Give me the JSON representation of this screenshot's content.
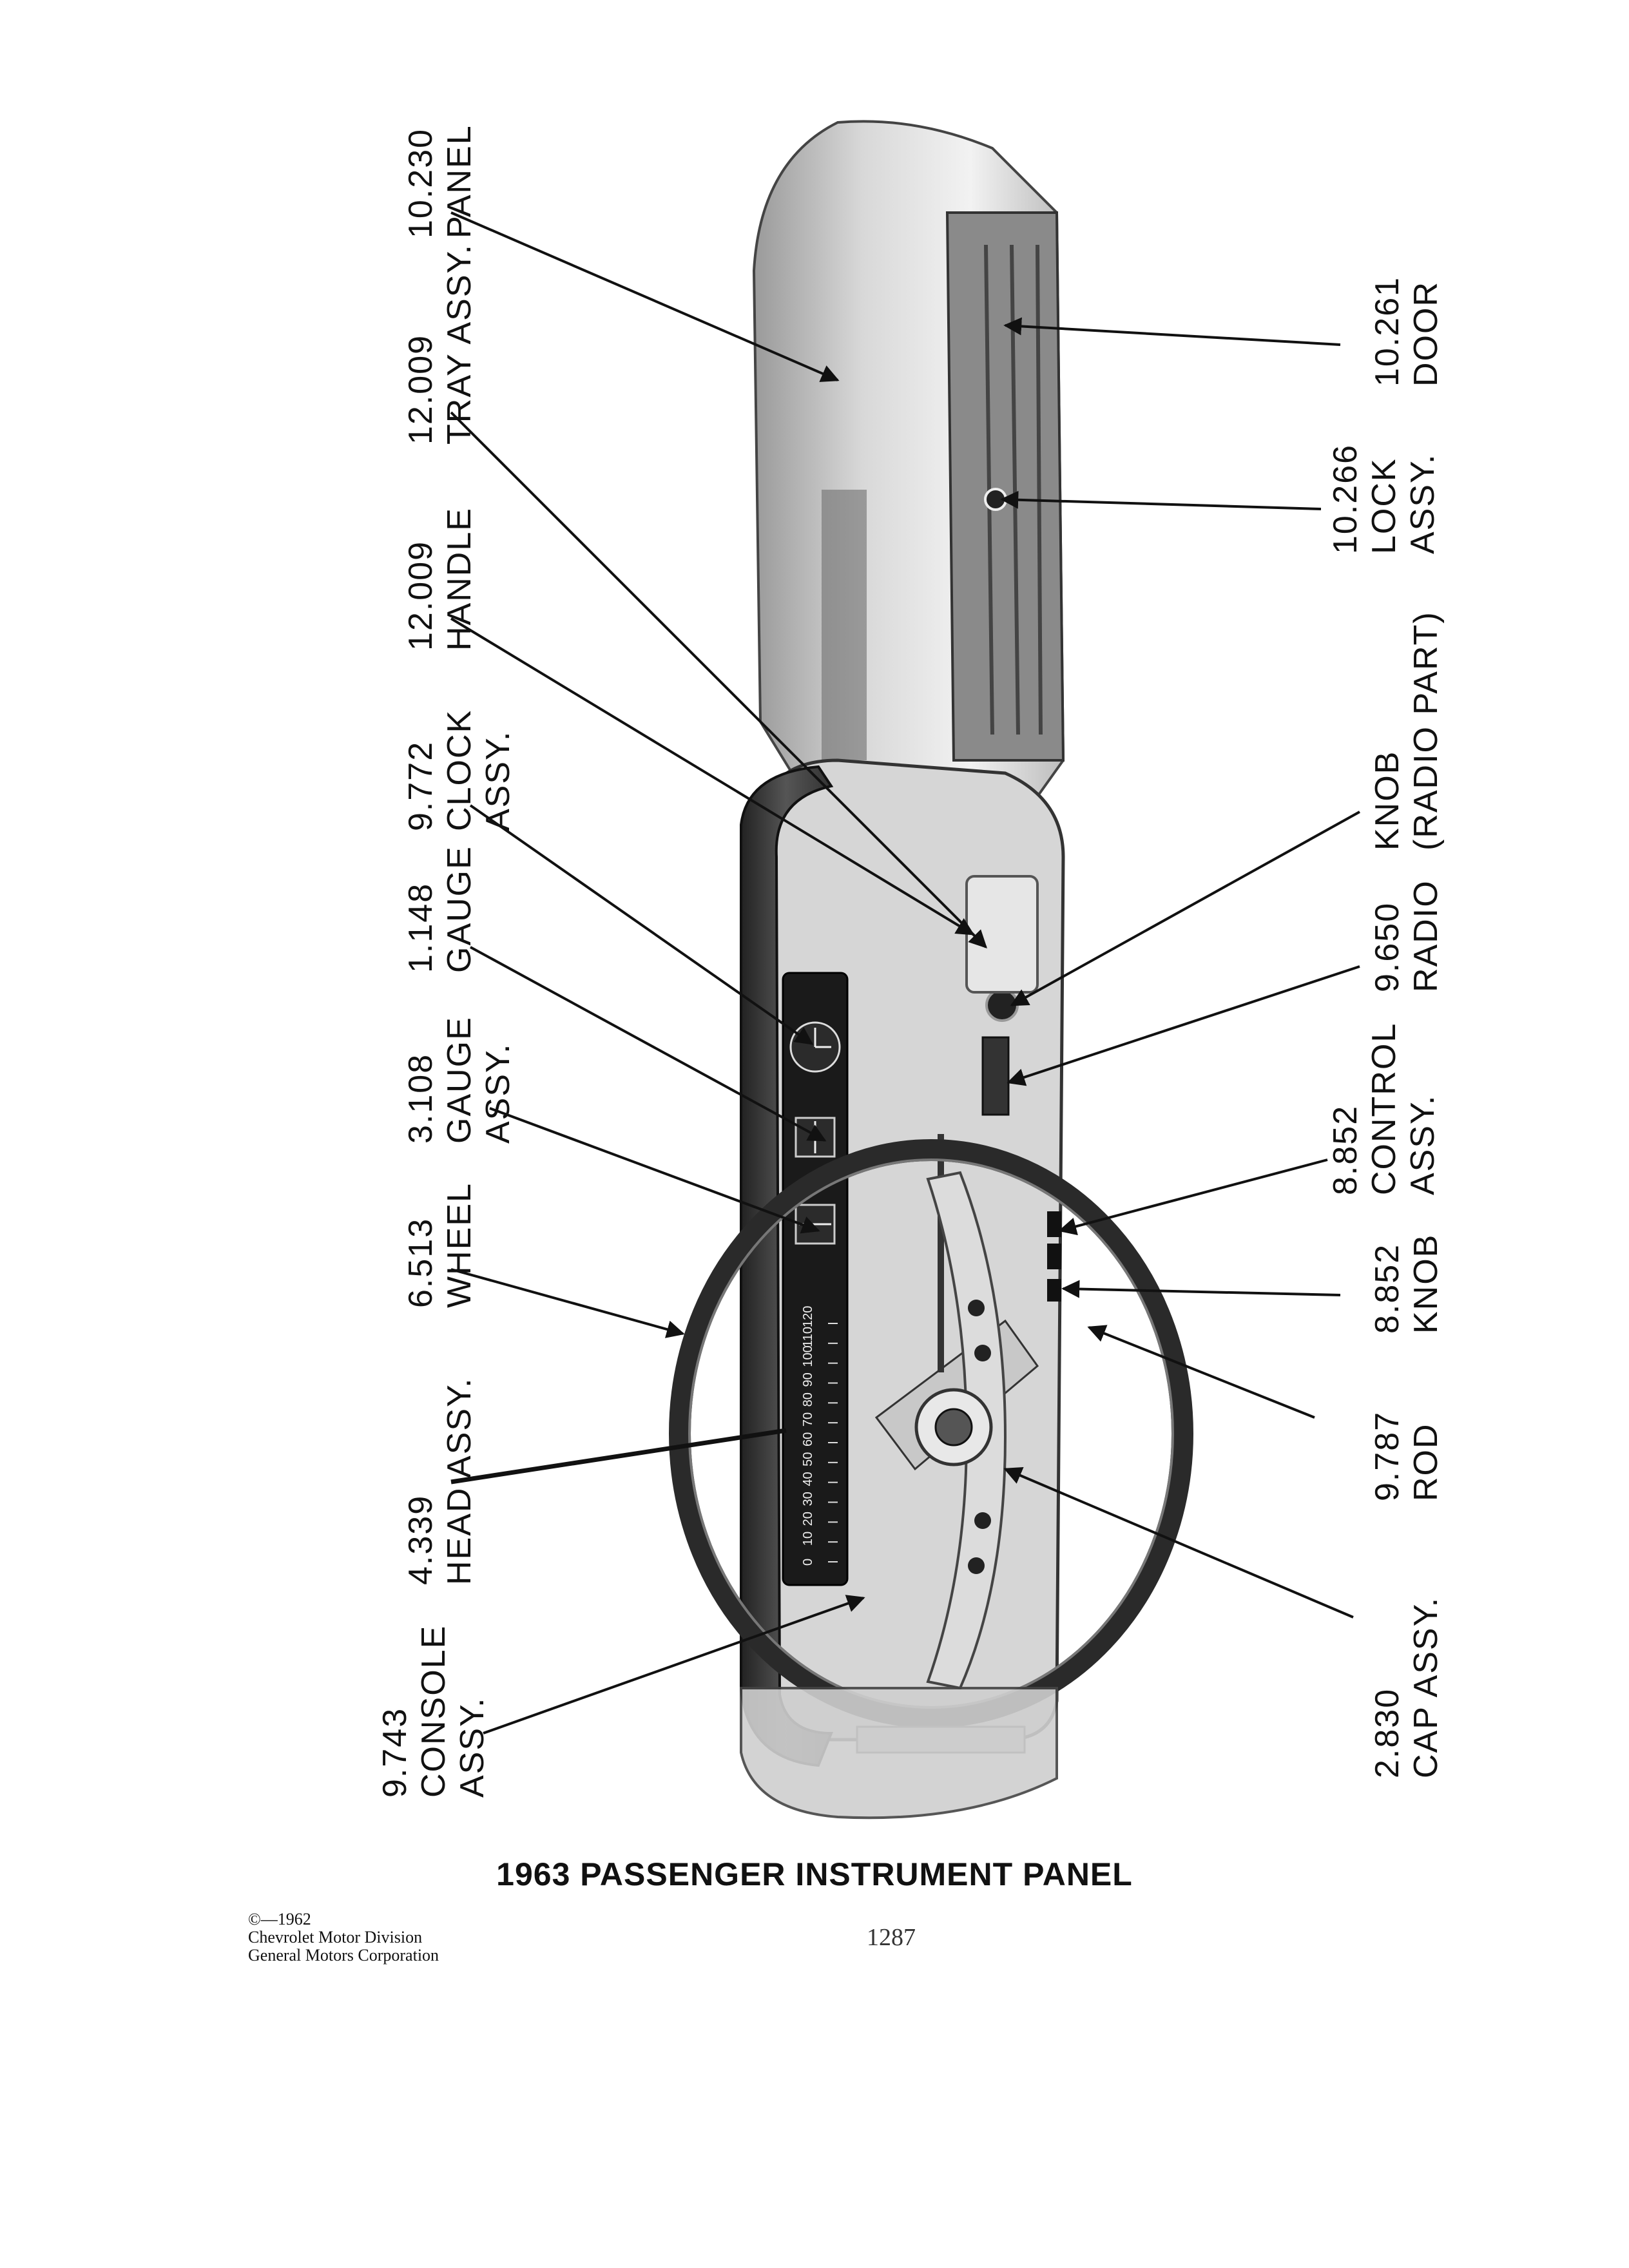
{
  "caption": "1963 PASSENGER INSTRUMENT PANEL",
  "page_number": "1287",
  "credit": {
    "line1": "©—1962",
    "line2": "Chevrolet Motor Division",
    "line3": "General Motors Corporation"
  },
  "labels": {
    "panel": [
      "10.230",
      "PANEL"
    ],
    "tray": [
      "12.009",
      "TRAY ASSY."
    ],
    "handle": [
      "12.009",
      "HANDLE"
    ],
    "clock": [
      "9.772",
      "CLOCK",
      "ASSY."
    ],
    "gauge1148": [
      "1.148",
      "GAUGE"
    ],
    "gauge3108": [
      "3.108",
      "GAUGE",
      "ASSY."
    ],
    "wheel": [
      "6.513",
      "WHEEL"
    ],
    "head": [
      "4.339",
      "HEAD ASSY."
    ],
    "console": [
      "9.743",
      "CONSOLE",
      "ASSY."
    ],
    "door": [
      "10.261",
      "DOOR"
    ],
    "lock": [
      "10.266",
      "LOCK",
      "ASSY."
    ],
    "radioknob": [
      "KNOB",
      "(RADIO PART)"
    ],
    "radio": [
      "9.650",
      "RADIO"
    ],
    "control": [
      "8.852",
      "CONTROL",
      "ASSY."
    ],
    "knob": [
      "8.852",
      "KNOB"
    ],
    "rod": [
      "9.787",
      "ROD"
    ],
    "cap": [
      "2.830",
      "CAP ASSY."
    ]
  },
  "speedometer_ticks": [
    "0",
    "10",
    "20",
    "30",
    "40",
    "50",
    "60",
    "70",
    "80",
    "90",
    "100",
    "110",
    "120"
  ]
}
